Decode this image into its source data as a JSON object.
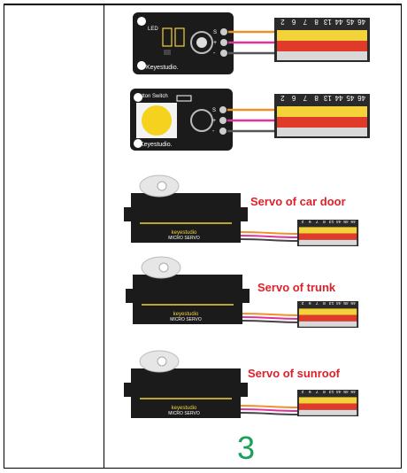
{
  "module_led": {
    "name": "LED",
    "brand": "Keyestudio.",
    "pins": [
      "S",
      "+",
      "-"
    ]
  },
  "module_button": {
    "name": "Button Switch",
    "brand": "Keyestudio.",
    "pins": [
      "S",
      "+",
      "-"
    ]
  },
  "header_pins": [
    "2",
    "6",
    "7",
    "8",
    "13",
    "44",
    "45",
    "46"
  ],
  "servos": [
    {
      "label": "Servo of car door",
      "brand": "keyestudio",
      "model": "MICRO SERVO"
    },
    {
      "label": "Servo of trunk",
      "brand": "keyestudio",
      "model": "MICRO SERVO"
    },
    {
      "label": "Servo of sunroof",
      "brand": "keyestudio",
      "model": "MICRO SERVO"
    }
  ],
  "step_number": "3",
  "colors": {
    "accent_text": "#e0202a",
    "step_number": "#1aa05a",
    "board": "#1b1b1b",
    "header_yellow": "#f3d23a",
    "header_red": "#e03a2a"
  }
}
